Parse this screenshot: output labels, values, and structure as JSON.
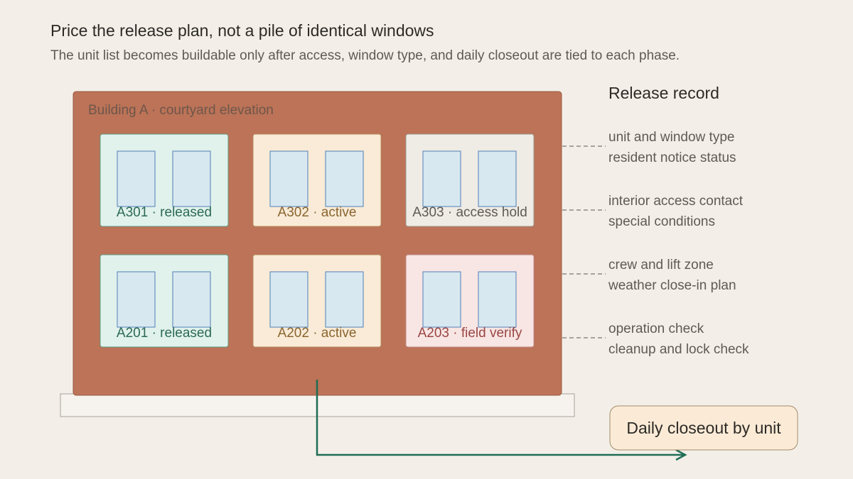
{
  "title": "Price the release plan, not a pile of identical windows",
  "subtitle": "The unit list becomes buildable only after access, window type, and daily closeout are tied to each phase.",
  "building": {
    "label": "Building A · courtyard elevation",
    "units": [
      {
        "id": "A301",
        "label": "A301 · released",
        "status": "released"
      },
      {
        "id": "A302",
        "label": "A302 · active",
        "status": "active"
      },
      {
        "id": "A303",
        "label": "A303 · access hold",
        "status": "hold"
      },
      {
        "id": "A201",
        "label": "A201 · released",
        "status": "released"
      },
      {
        "id": "A202",
        "label": "A202 · active",
        "status": "active"
      },
      {
        "id": "A203",
        "label": "A203 · field verify",
        "status": "verify"
      }
    ]
  },
  "record": {
    "title": "Release record",
    "groups": [
      [
        "unit and window type",
        "resident notice status"
      ],
      [
        "interior access contact",
        "special conditions"
      ],
      [
        "crew and lift zone",
        "weather close-in plan"
      ],
      [
        "operation check",
        "cleanup and lock check"
      ]
    ]
  },
  "closeout": {
    "label": "Daily closeout by unit"
  },
  "colors": {
    "background": "#f3efe8",
    "facade": "#bc7357",
    "released_fill": "#e1f2ec",
    "released_text": "#2c6a56",
    "active_fill": "#f9ebd7",
    "active_text": "#8a6530",
    "hold_fill": "#efebe5",
    "hold_text": "#5e5a55",
    "verify_fill": "#f8e6e4",
    "verify_text": "#9a4644",
    "glass": "#d8e8f0",
    "glass_stroke": "#4f7fb6",
    "arrow": "#1f6d55",
    "closeout_fill": "#fbebd6"
  }
}
